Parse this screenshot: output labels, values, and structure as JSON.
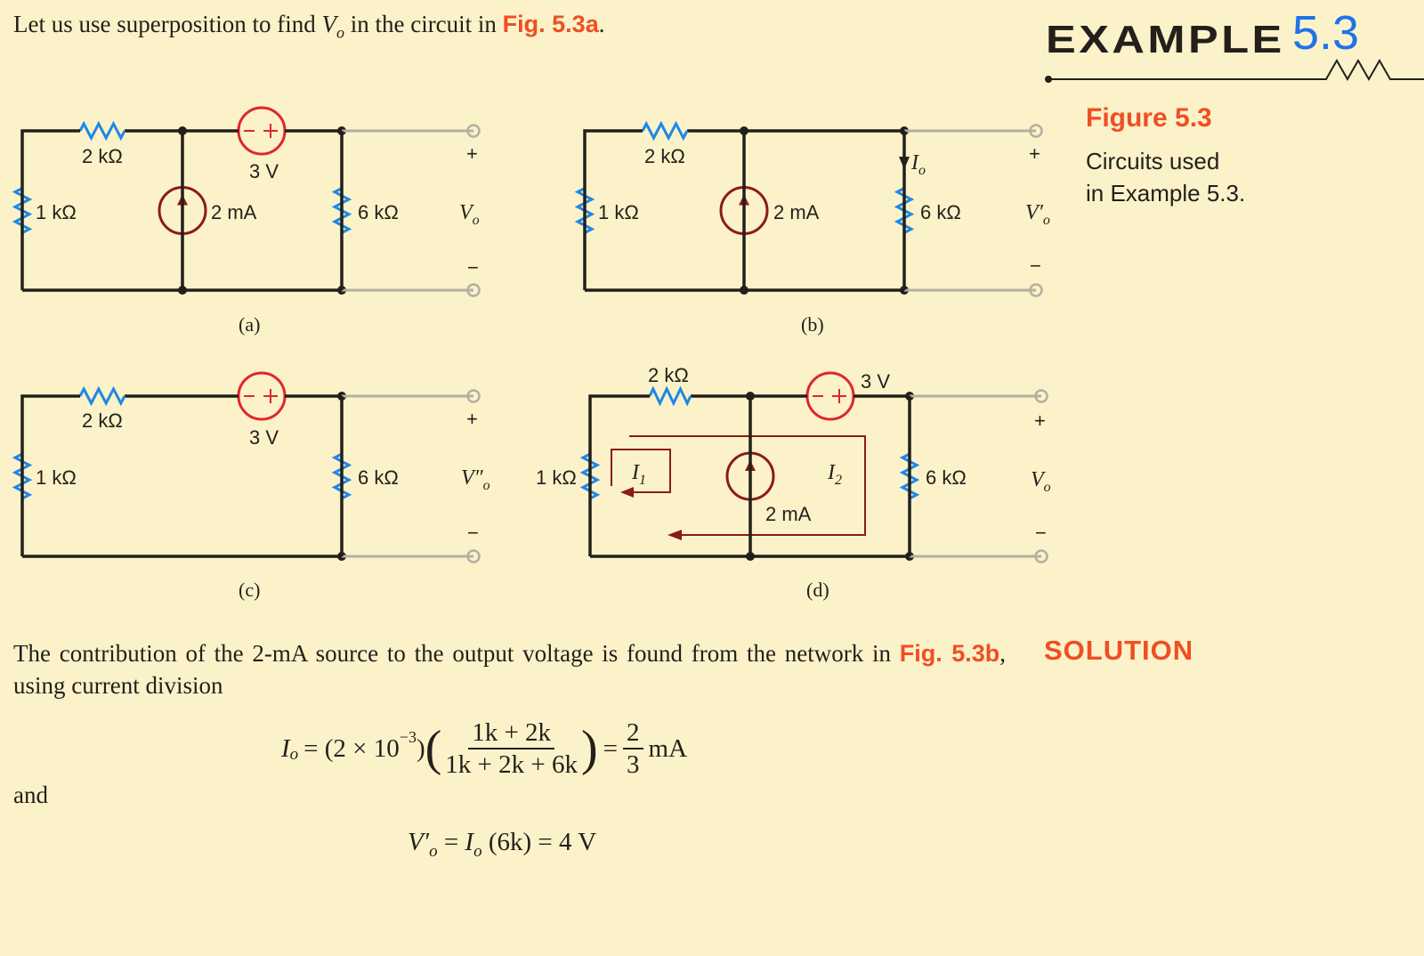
{
  "intro": {
    "text_before": "Let us use superposition to find ",
    "var": "V",
    "var_sub": "o",
    "text_mid": " in the circuit in ",
    "fig_ref": "Fig. 5.3a",
    "text_after": "."
  },
  "header": {
    "example_word": "EXAMPLE",
    "example_number": "5.3"
  },
  "figure": {
    "title": "Figure 5.3",
    "caption_line1": "Circuits used",
    "caption_line2": "in Example 5.3."
  },
  "circuits": {
    "a": {
      "caption": "(a)",
      "r_top": "2 kΩ",
      "r_left": "1 kΩ",
      "r_right": "6 kΩ",
      "vsource": "3 V",
      "isource": "2 mA",
      "plus": "+",
      "minus": "−",
      "out": "V",
      "out_sub": "o"
    },
    "b": {
      "caption": "(b)",
      "r_top": "2 kΩ",
      "r_left": "1 kΩ",
      "r_right": "6 kΩ",
      "isource": "2 mA",
      "current": "I",
      "current_sub": "o",
      "plus": "+",
      "minus": "−",
      "out": "V′",
      "out_sub": "o"
    },
    "c": {
      "caption": "(c)",
      "r_top": "2 kΩ",
      "r_left": "1 kΩ",
      "r_right": "6 kΩ",
      "vsource": "3 V",
      "plus": "+",
      "minus": "−",
      "out": "V″",
      "out_sub": "o"
    },
    "d": {
      "caption": "(d)",
      "r_top": "2 kΩ",
      "r_left": "1 kΩ",
      "r_right": "6 kΩ",
      "vsource": "3 V",
      "isource": "2 mA",
      "loop1": "I",
      "loop1_sub": "1",
      "loop2": "I",
      "loop2_sub": "2",
      "plus": "+",
      "minus": "−",
      "out": "V",
      "out_sub": "o"
    }
  },
  "colors": {
    "background": "#fbf2c9",
    "accent_red": "#f04e23",
    "accent_blue": "#1e73e8",
    "resistor": "#1e88e5",
    "voltage_source": "#e0262b",
    "current_source": "#8b1a1a"
  },
  "solution": {
    "label": "SOLUTION",
    "para_before": "The contribution of the 2-mA source to the output voltage is found from the network in ",
    "fig_ref": "Fig. 5.3b",
    "para_after": ", using current division",
    "and": "and",
    "eq1": {
      "lhs": "I",
      "lhs_sub": "o",
      "factor": "= (2 × 10",
      "exp": "−3",
      "factor_close": ")",
      "num": "1k + 2k",
      "den": "1k + 2k + 6k",
      "eq": "=",
      "res_num": "2",
      "res_den": "3",
      "unit": "mA"
    },
    "eq2": {
      "lhs": "V′",
      "lhs_sub": "o",
      "mid": " = ",
      "i": "I",
      "i_sub": "o",
      "rest": " (6k) = 4 V"
    }
  }
}
